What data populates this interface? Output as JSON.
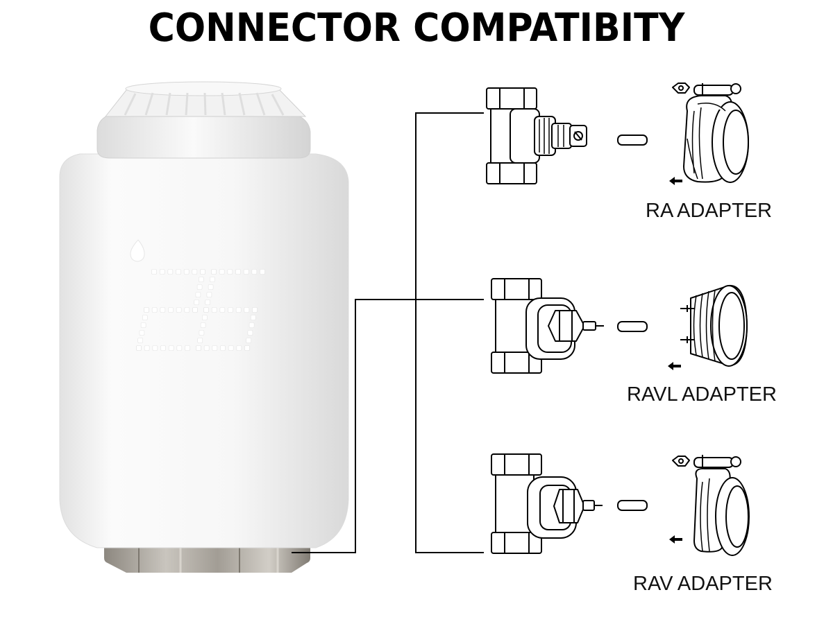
{
  "title": "CONNECTOR COMPATIBITY",
  "device": {
    "display_value": "26",
    "display_icon": "flame-icon"
  },
  "adapters": [
    {
      "label": "RA ADAPTER"
    },
    {
      "label": "RAVL ADAPTER"
    },
    {
      "label": "RAV ADAPTER"
    }
  ],
  "colors": {
    "line": "#000000",
    "body": "#f4f4f4",
    "display_dots": "#ffffff",
    "metal": "#a8a39c"
  }
}
